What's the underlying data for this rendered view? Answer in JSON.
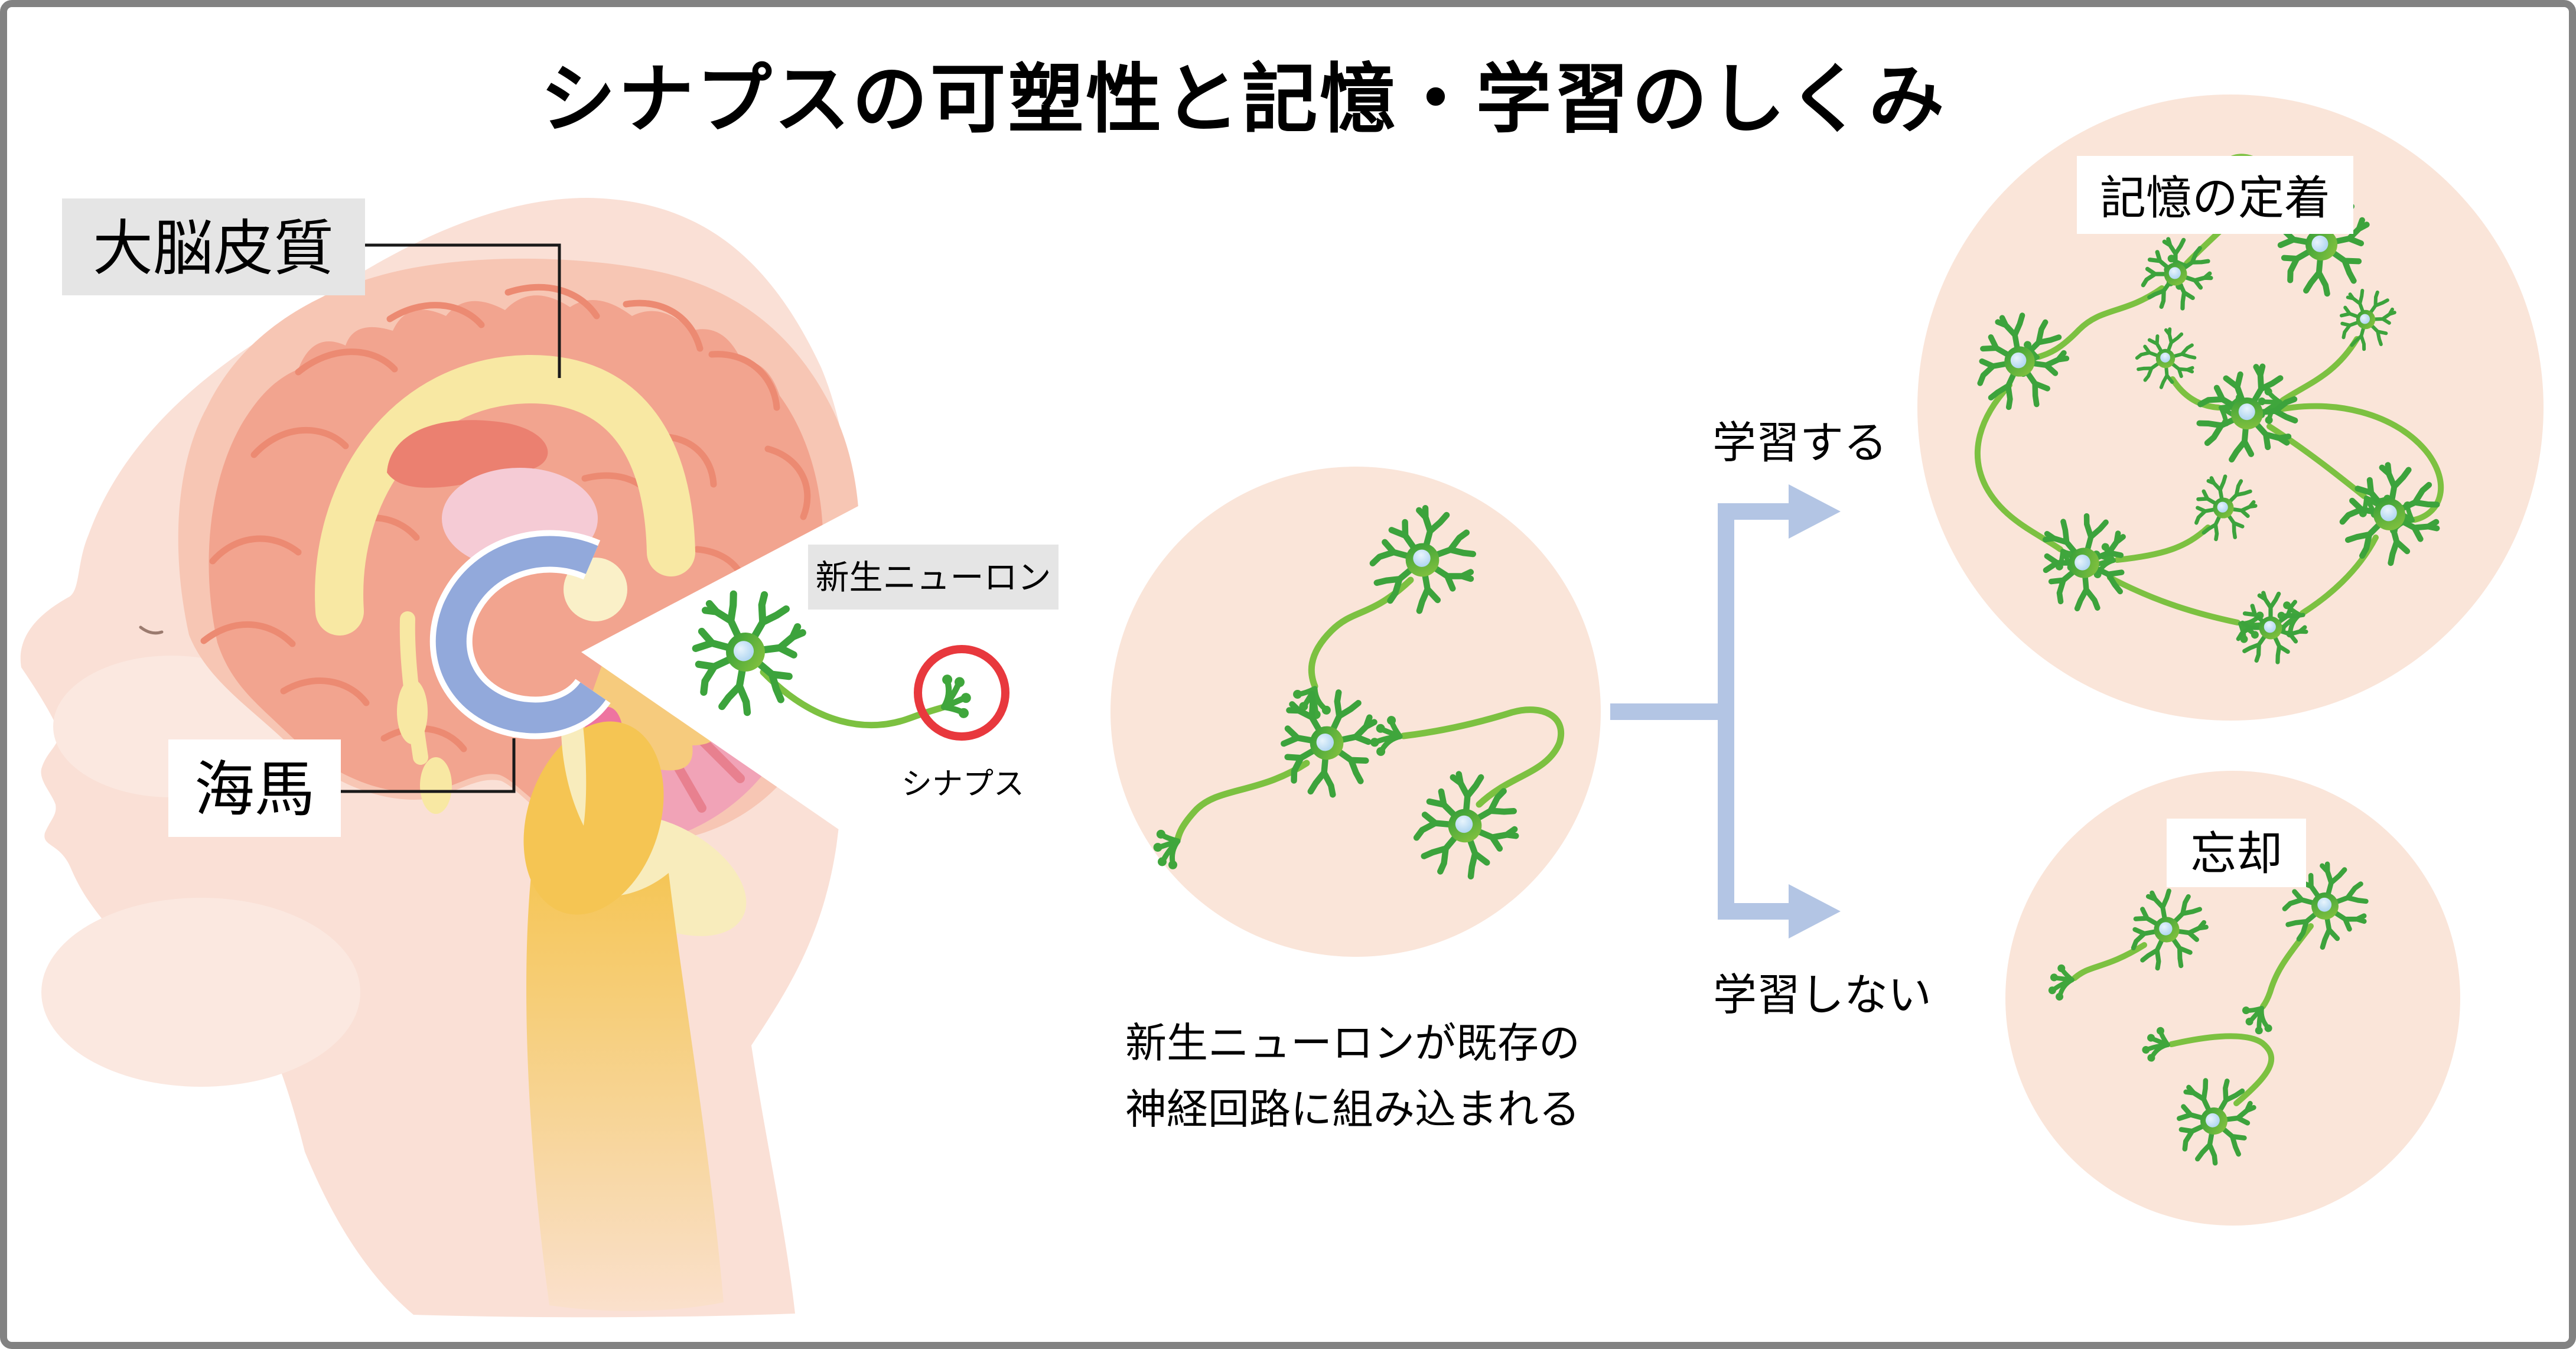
{
  "title": "シナプスの可塑性と記憶・学習のしくみ",
  "head": {
    "cortex_label": "大脳皮質",
    "hippocampus_label": "海馬"
  },
  "new_neuron": {
    "label": "新生ニューロン",
    "synapse_label": "シナプス"
  },
  "integration": {
    "caption_line1": "新生ニューロンが既存の",
    "caption_line2": "神経回路に組み込まれる"
  },
  "branches": {
    "learn_label": "学習する",
    "no_learn_label": "学習しない"
  },
  "outcomes": {
    "consolidation_label": "記憶の定着",
    "forgetting_label": "忘却"
  },
  "colors": {
    "background": "#FFFFFF",
    "border_gray": "#828282",
    "head_skin": "#FAE0D6",
    "head_blush": "#FBE8E0",
    "brain_rim": "#F7C6B4",
    "brain_salmon": "#F2A48F",
    "brain_sulci": "#EC8A72",
    "corpus_callosum_yellow": "#F8E8A3",
    "caudate_red": "#EB8070",
    "thalamus_pink": "#F5CBD5",
    "hippocampus_blue": "#92A9DB",
    "brainstem_gold": "#F5C553",
    "cerebellum_pink": "#F1A3B7",
    "cerebellum_stripe": "#E8808F",
    "cerebellum_tan": "#F6CB7D",
    "circle_peach": "#FAE5D9",
    "arrow_blue": "#B3C5E4",
    "neuron_green_dark": "#2E9B38",
    "neuron_green_light": "#8DC63F",
    "axon_green": "#7CC141",
    "nucleus_blue": "#A9D2F0",
    "synapse_red": "#E8383D",
    "label_gray_bg": "#E5E5E5",
    "label_white_bg": "#FFFFFF"
  }
}
